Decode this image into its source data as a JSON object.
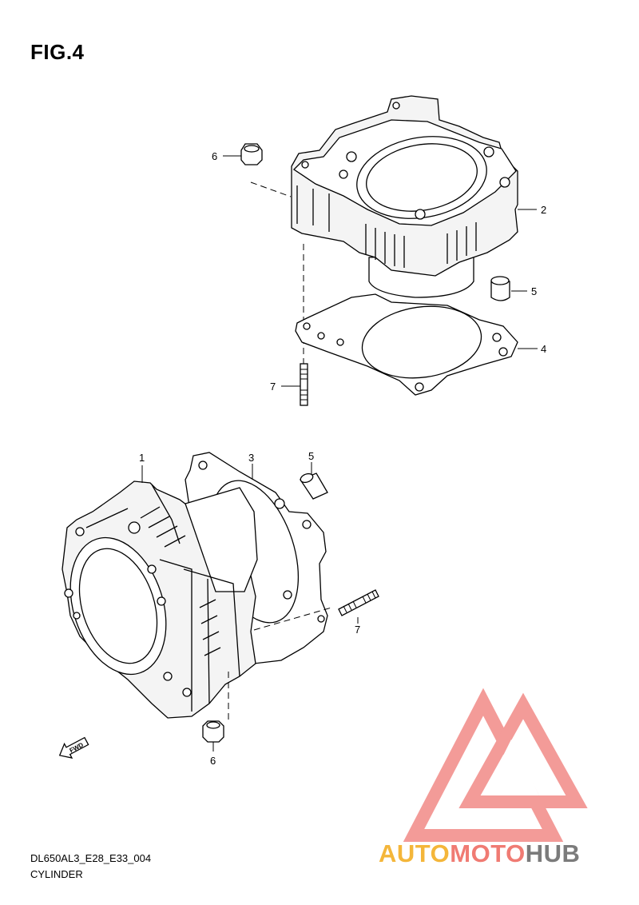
{
  "figure": {
    "title": "FIG.4"
  },
  "callouts": {
    "top": {
      "p6": "6",
      "p2": "2",
      "p5": "5",
      "p4": "4",
      "p7": "7"
    },
    "bottom": {
      "p1": "1",
      "p3": "3",
      "p5": "5",
      "p7": "7",
      "p6": "6"
    }
  },
  "fwd_arrow": {
    "label": "FWD"
  },
  "footer": {
    "code": "DL650AL3_E28_E33_004",
    "name": "CYLINDER"
  },
  "watermark": {
    "part1": "AUTO",
    "part2": "MOTO",
    "part3": "HUB",
    "color1": "#f4b63a",
    "color2": "#f07b73",
    "color3": "#7b7b7b",
    "triangle_color": "#f08080"
  }
}
